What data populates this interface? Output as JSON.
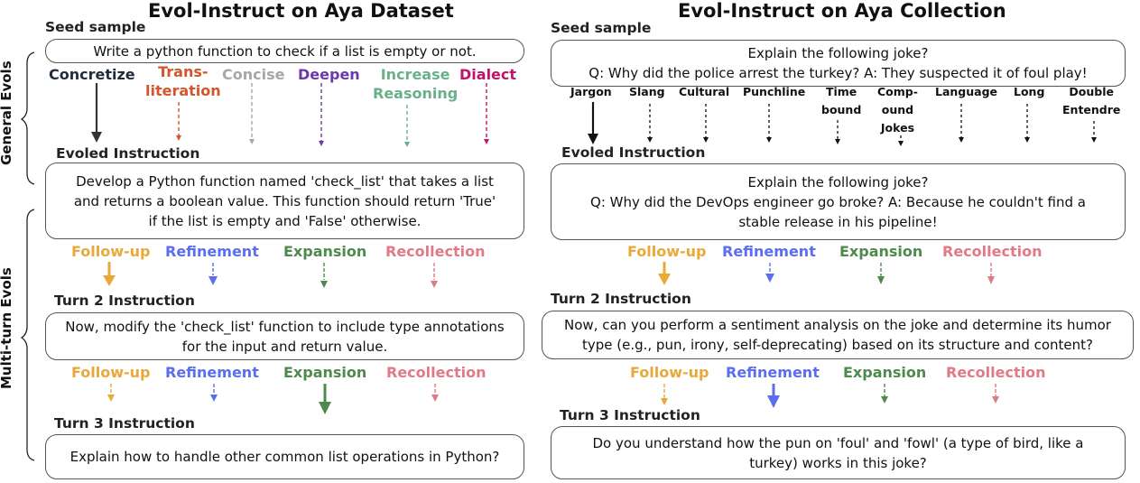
{
  "left": {
    "title": "Evol-Instruct on Aya Dataset",
    "seed_label": "Seed sample",
    "seed_text": "Write a  python function to check if a list is empty or not.",
    "general_evols": [
      {
        "label": "Concretize",
        "color": "#1f2d3d"
      },
      {
        "label": "Trans-\nliteration",
        "color": "#d4542b"
      },
      {
        "label": "Concise",
        "color": "#a7a7a7"
      },
      {
        "label": "Deepen",
        "color": "#6b3aa8"
      },
      {
        "label": "Increase\nReasoning",
        "color": "#69b08a"
      },
      {
        "label": "Dialect",
        "color": "#c0136a"
      }
    ],
    "evolved_label": "Evoled Instruction",
    "evolved_text": "Develop a Python function named 'check_list' that takes a list\nand returns a boolean value. This function should return 'True'\nif the list is empty and 'False' otherwise.",
    "turn_evols_1": [
      "Follow-up",
      "Refinement",
      "Expansion",
      "Recollection"
    ],
    "turn2_label": "Turn 2 Instruction",
    "turn2_text": "Now, modify the 'check_list' function to include type annotations\nfor the input and return value.",
    "turn_evols_2": [
      "Follow-up",
      "Refinement",
      "Expansion",
      "Recollection"
    ],
    "turn3_label": "Turn 3 Instruction",
    "turn3_text": "Explain how to handle other common list operations in Python?"
  },
  "right": {
    "title": "Evol-Instruct on Aya Collection",
    "seed_label": "Seed sample",
    "seed_text": "Explain the following joke?\nQ: Why did the police arrest the turkey? A: They suspected it of foul play!",
    "joke_evols": [
      "Jargon",
      "Slang",
      "Cultural",
      "Punchline",
      "Time\nbound",
      "Comp-\nound\nJokes",
      "Language",
      "Long",
      "Double\nEntendre"
    ],
    "evolved_label": "Evoled Instruction",
    "evolved_text": "Explain the following joke?\nQ: Why did the DevOps engineer go broke? A: Because he couldn't find a\nstable release in his pipeline!",
    "turn_evols_1": [
      "Follow-up",
      "Refinement",
      "Expansion",
      "Recollection"
    ],
    "turn2_label": "Turn 2 Instruction",
    "turn2_text": "Now, can you perform a sentiment analysis on the joke and determine its humor\ntype (e.g., pun, irony, self-deprecating) based on its structure and content?",
    "turn_evols_2": [
      "Follow-up",
      "Refinement",
      "Expansion",
      "Recollection"
    ],
    "turn3_label": "Turn 3 Instruction",
    "turn3_text": "Do you understand how the pun on 'foul' and 'fowl' (a type of bird, like a\nturkey) works in this joke?"
  },
  "side_labels": {
    "general": "General Evols",
    "multiturn": "Multi-turn Evols"
  },
  "turn_colors": {
    "follow_up": "#e8a93a",
    "refinement": "#5b6ef0",
    "expansion": "#4e8a4e",
    "recollection": "#e07a86"
  }
}
